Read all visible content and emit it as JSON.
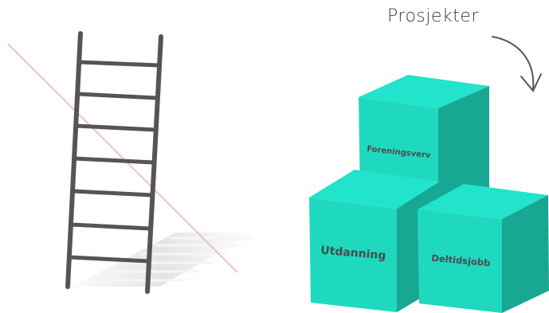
{
  "heading": "Prosjekter",
  "boxes": {
    "top": "Foreningsverv",
    "left": "Utdanning",
    "right": "Deltidsjobb"
  },
  "colors": {
    "cube_front": "#1fd9bf",
    "cube_top": "#22e3cc",
    "cube_side": "#17a793",
    "ladder": "#555555",
    "line": "#f2a5a5"
  }
}
